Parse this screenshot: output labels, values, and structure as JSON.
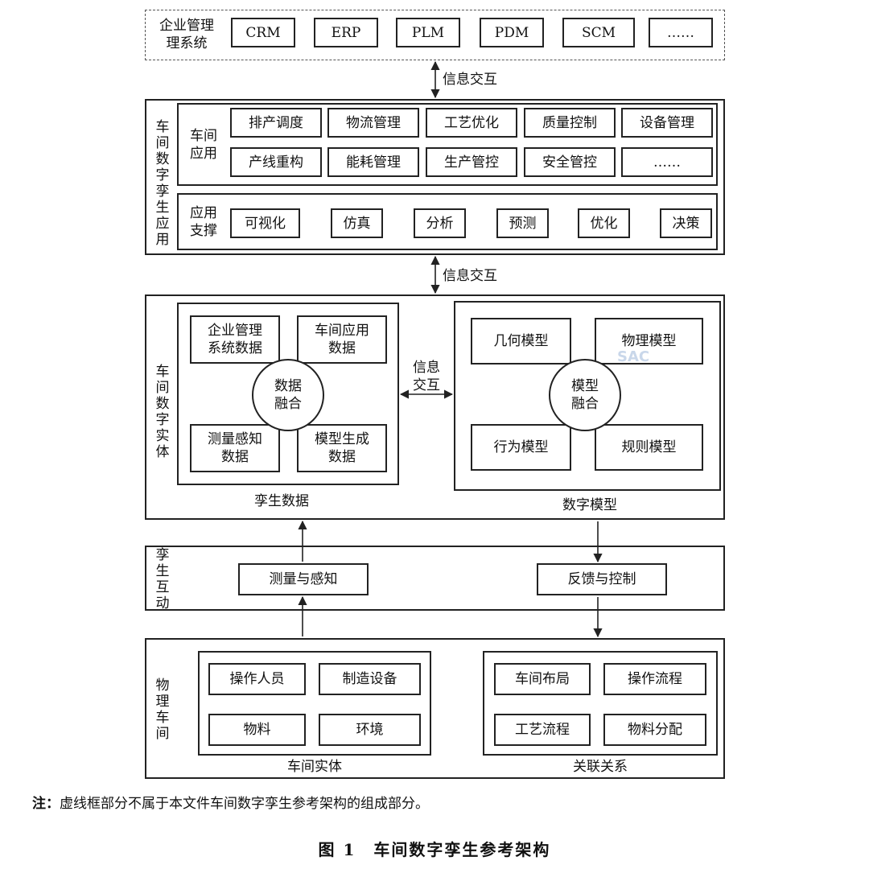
{
  "enterprise": {
    "label": "企业管理\n理系统",
    "systems": [
      "CRM",
      "ERP",
      "PLM",
      "PDM",
      "SCM",
      "……"
    ]
  },
  "info_exchange_1": "信息交互",
  "info_exchange_2": "信息交互",
  "twin_app": {
    "label": "车间数字孪生应用",
    "workshop_app": {
      "label": "车间\n应用",
      "row1": [
        "排产调度",
        "物流管理",
        "工艺优化",
        "质量控制",
        "设备管理"
      ],
      "row2": [
        "产线重构",
        "能耗管理",
        "生产管控",
        "安全管控",
        "……"
      ]
    },
    "support": {
      "label": "应用\n支撑",
      "items": [
        "可视化",
        "仿真",
        "分析",
        "预测",
        "优化",
        "决策"
      ]
    }
  },
  "twin_entity": {
    "label": "车间数字实体",
    "twin_data": {
      "caption": "孪生数据",
      "items": [
        "企业管理\n系统数据",
        "车间应用\n数据",
        "测量感知\n数据",
        "模型生成\n数据"
      ],
      "center": "数据\n融合"
    },
    "exchange": "信息\n交互",
    "digital_model": {
      "caption": "数字模型",
      "items": [
        "几何模型",
        "物理模型",
        "行为模型",
        "规则模型"
      ],
      "center": "模型\n融合"
    },
    "watermark": "SAC"
  },
  "interaction": {
    "label": "孪生互动",
    "measure": "测量与感知",
    "feedback": "反馈与控制"
  },
  "physical": {
    "label": "物理车间",
    "entity": {
      "caption": "车间实体",
      "items": [
        "操作人员",
        "制造设备",
        "物料",
        "环境"
      ]
    },
    "relation": {
      "caption": "关联关系",
      "items": [
        "车间布局",
        "操作流程",
        "工艺流程",
        "物料分配"
      ]
    }
  },
  "note": {
    "prefix": "注：",
    "text": "虚线框部分不属于本文件车间数字孪生参考架构的组成部分。"
  },
  "figure_caption": "图 1　车间数字孪生参考架构"
}
